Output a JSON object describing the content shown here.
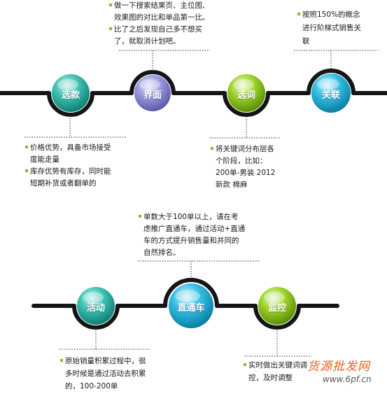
{
  "colors": {
    "line": "#151515",
    "teal": "#2fb3a5",
    "purple": "#8d8cd8",
    "green": "#8fcc1a",
    "cyan": "#22b2da",
    "bullet": "#7bbf2a",
    "watermark": "#e8641e"
  },
  "stage1": {
    "nodes": [
      {
        "label": "选款",
        "color": "teal"
      },
      {
        "label": "界面",
        "color": "purple"
      },
      {
        "label": "选词",
        "color": "green"
      },
      {
        "label": "关联",
        "color": "cyan"
      }
    ],
    "notes": {
      "interface": [
        "做一下搜索结果页、主位图、",
        "效果图的对比和单品第一比。",
        "比了之后发现自己多不想买",
        "了，就取消计划吧。"
      ],
      "association": [
        "按照150%的概念",
        "进行阶梯式销售关",
        "联"
      ],
      "selection": [
        "价格优势，具备市场接受",
        "度能走量",
        "库存优势有库存，同时能",
        "短期补货或者翻单的"
      ],
      "keywords": [
        "将关键词分布层各",
        "个阶段，比如：",
        "200单-男装 2012",
        "新款 棉麻"
      ]
    }
  },
  "stage2": {
    "nodes": [
      {
        "label": "活动",
        "color": "teal"
      },
      {
        "label": "直通车",
        "color": "cyan"
      },
      {
        "label": "监控",
        "color": "green"
      }
    ],
    "notes": {
      "through_train": [
        "单数大于100单以上，请在考",
        "虑推广直通车，通过活动+直通",
        "车的方式提升销售量和并同的",
        "自然排名。"
      ],
      "activity": [
        "原始销量积累过程中，很",
        "多时候是通过活动去积累",
        "的，100-200单"
      ],
      "monitor": [
        "实时做出关键词调",
        "控，及时调整"
      ]
    }
  },
  "watermark": {
    "text": "货源批发网",
    "url": "www.6pf.cn"
  }
}
